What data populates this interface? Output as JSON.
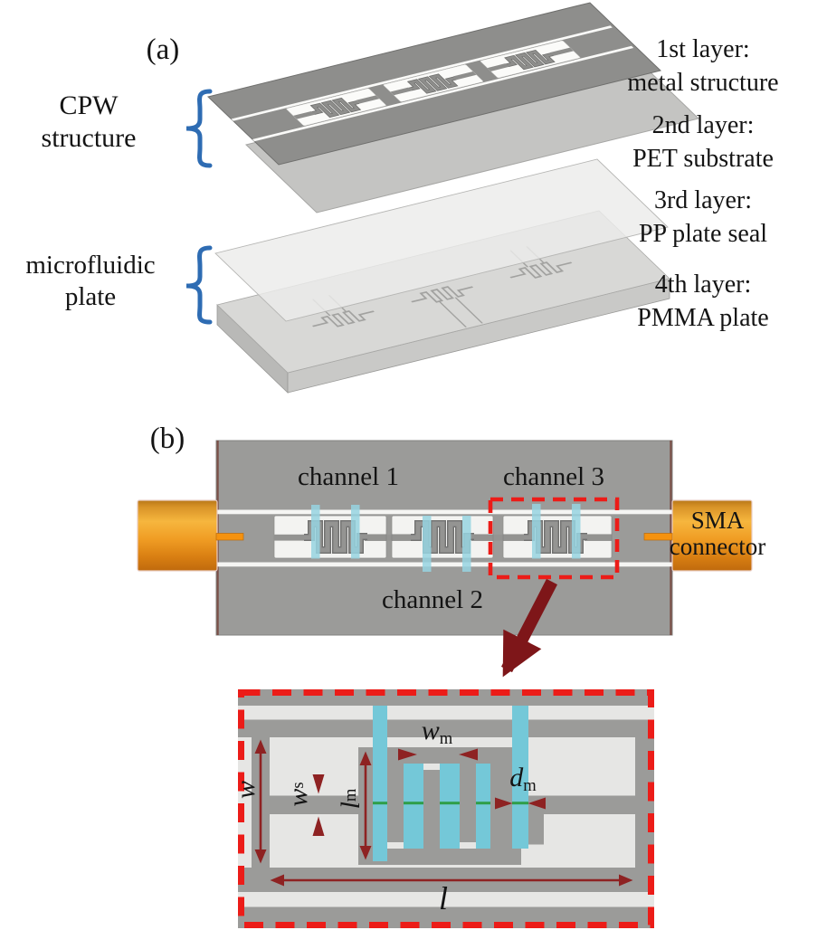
{
  "figure": {
    "panel_a": {
      "tag": "(a)",
      "brackets": [
        {
          "line1": "CPW",
          "line2": "structure"
        },
        {
          "line1": "microfluidic",
          "line2": "plate"
        }
      ],
      "layers": [
        {
          "title": "1st layer:",
          "subtitle": "metal structure"
        },
        {
          "title": "2nd layer:",
          "subtitle": "PET substrate"
        },
        {
          "title": "3rd layer:",
          "subtitle": "PP plate seal"
        },
        {
          "title": "4th layer:",
          "subtitle": "PMMA plate"
        }
      ]
    },
    "panel_b": {
      "tag": "(b)",
      "channels": [
        {
          "label": "channel 1"
        },
        {
          "label": "channel 2"
        },
        {
          "label": "channel 3"
        }
      ],
      "connector": {
        "line1": "SMA",
        "line2": "connector"
      }
    },
    "inset": {
      "dimensions": {
        "wm": {
          "base": "w",
          "sub": "m"
        },
        "dm": {
          "base": "d",
          "sub": "m"
        },
        "ws": {
          "base": "w",
          "sub": "s"
        },
        "lm": {
          "base": "l",
          "sub": "m"
        },
        "w": {
          "base": "w",
          "sub": ""
        },
        "l": {
          "base": "l",
          "sub": ""
        }
      }
    },
    "colors": {
      "metal_gray": "#8e8e8c",
      "pet_gray": "#c4c4c2",
      "pp_light": "#ececea",
      "pmma_gray": "#d8d8d6",
      "board_gray": "#9b9b99",
      "channel_cyan": "#74c8d8",
      "connector_orange": "#ef9d26",
      "highlight_red": "#ec1c18",
      "dimension_maroon": "#8e2222",
      "arrow_dark_red": "#7e1619",
      "brace_blue": "#2e6cb3",
      "channel_green": "#2f9e48"
    }
  }
}
